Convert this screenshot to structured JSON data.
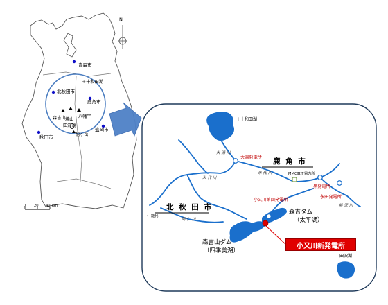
{
  "left_map": {
    "north_label": "N",
    "cities": [
      {
        "id": "aomori",
        "name": "青森市"
      },
      {
        "id": "kitaakita",
        "name": "北秋田市"
      },
      {
        "id": "kazuno",
        "name": "鹿角市"
      },
      {
        "id": "akita",
        "name": "秋田市"
      },
      {
        "id": "morioka",
        "name": "盛岡市"
      }
    ],
    "places": {
      "towada_lake": "十和田湖",
      "moriyoshi": "森吉山",
      "yakeyama": "焼山",
      "hachimantai": "八幡平",
      "tazawa": "田沢湖",
      "komagatake": "駒ヶ岳"
    },
    "scale": {
      "ticks": [
        "0",
        "20",
        "40"
      ],
      "unit": "km"
    }
  },
  "right_map": {
    "city_kazuno": "鹿 角 市",
    "city_kitaakita": "北 秋 田 市",
    "lake_towada": "十和田湖",
    "lake_tazawa": "田沢湖",
    "plants": {
      "ohyu": "大湯発電所",
      "mmc": "MMC真正電力所",
      "kurosawa": "黒発電所",
      "nagata": "永田発電所",
      "komata4": "小又川第四発電所"
    },
    "rivers": {
      "ohyu": "大 湯 川",
      "yoneshiro": "米 代 川",
      "kumazawa": "熊 沢 川",
      "ani": "阿 仁 川"
    },
    "to_noshiro": "← 能代",
    "dam_moriyoshi": {
      "name": "森吉ダム",
      "sub": "（太平湖）"
    },
    "dam_moriyoshiyama": {
      "name": "森吉山ダム",
      "sub": "（四季美湖）"
    },
    "new_plant": "小又川新発電所"
  },
  "colors": {
    "water": "#1a6fcc",
    "city_dot": "#1010c8",
    "accent": "#e00000",
    "outline": "#223355"
  }
}
